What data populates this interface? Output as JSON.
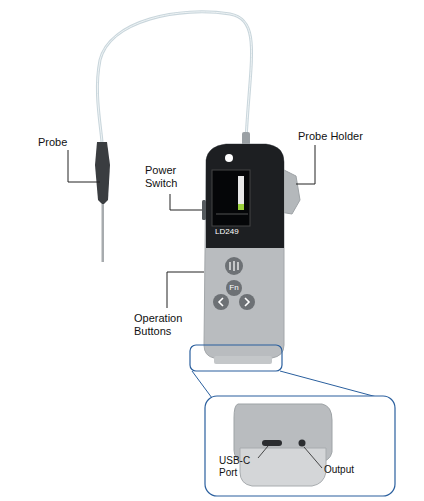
{
  "diagram": {
    "labels": [
      "Probe",
      "Power Switch",
      "Probe Holder",
      "LD249",
      "Fn",
      "Operation Buttons",
      "USB-C Port",
      "Output"
    ]
  }
}
